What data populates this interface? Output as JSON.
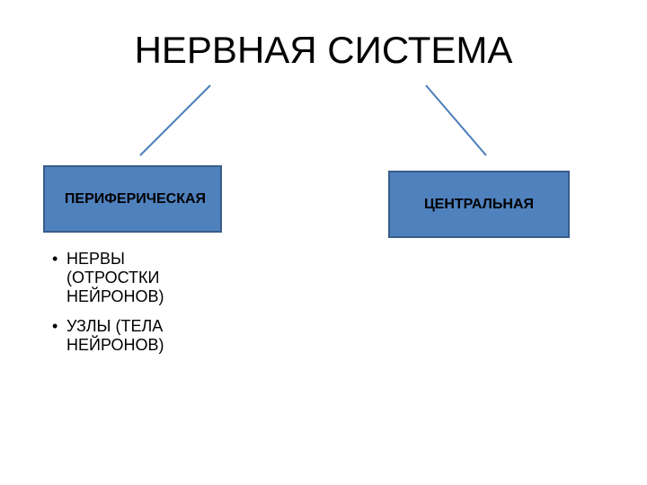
{
  "title": "НЕРВНАЯ СИСТЕМА",
  "colors": {
    "box_fill": "#4f81bd",
    "box_border": "#385d8a",
    "connector": "#4a7ebb"
  },
  "nodes": {
    "peripheral": {
      "label": "ПЕРИФЕРИЧЕСКАЯ"
    },
    "central": {
      "label": "ЦЕНТРАЛЬНАЯ"
    }
  },
  "peripheral_items": [
    {
      "bullet": "•",
      "text": "НЕРВЫ (ОТРОСТКИ НЕЙРОНОВ)"
    },
    {
      "bullet": "•",
      "text": "УЗЛЫ (ТЕЛА НЕЙРОНОВ)"
    }
  ]
}
